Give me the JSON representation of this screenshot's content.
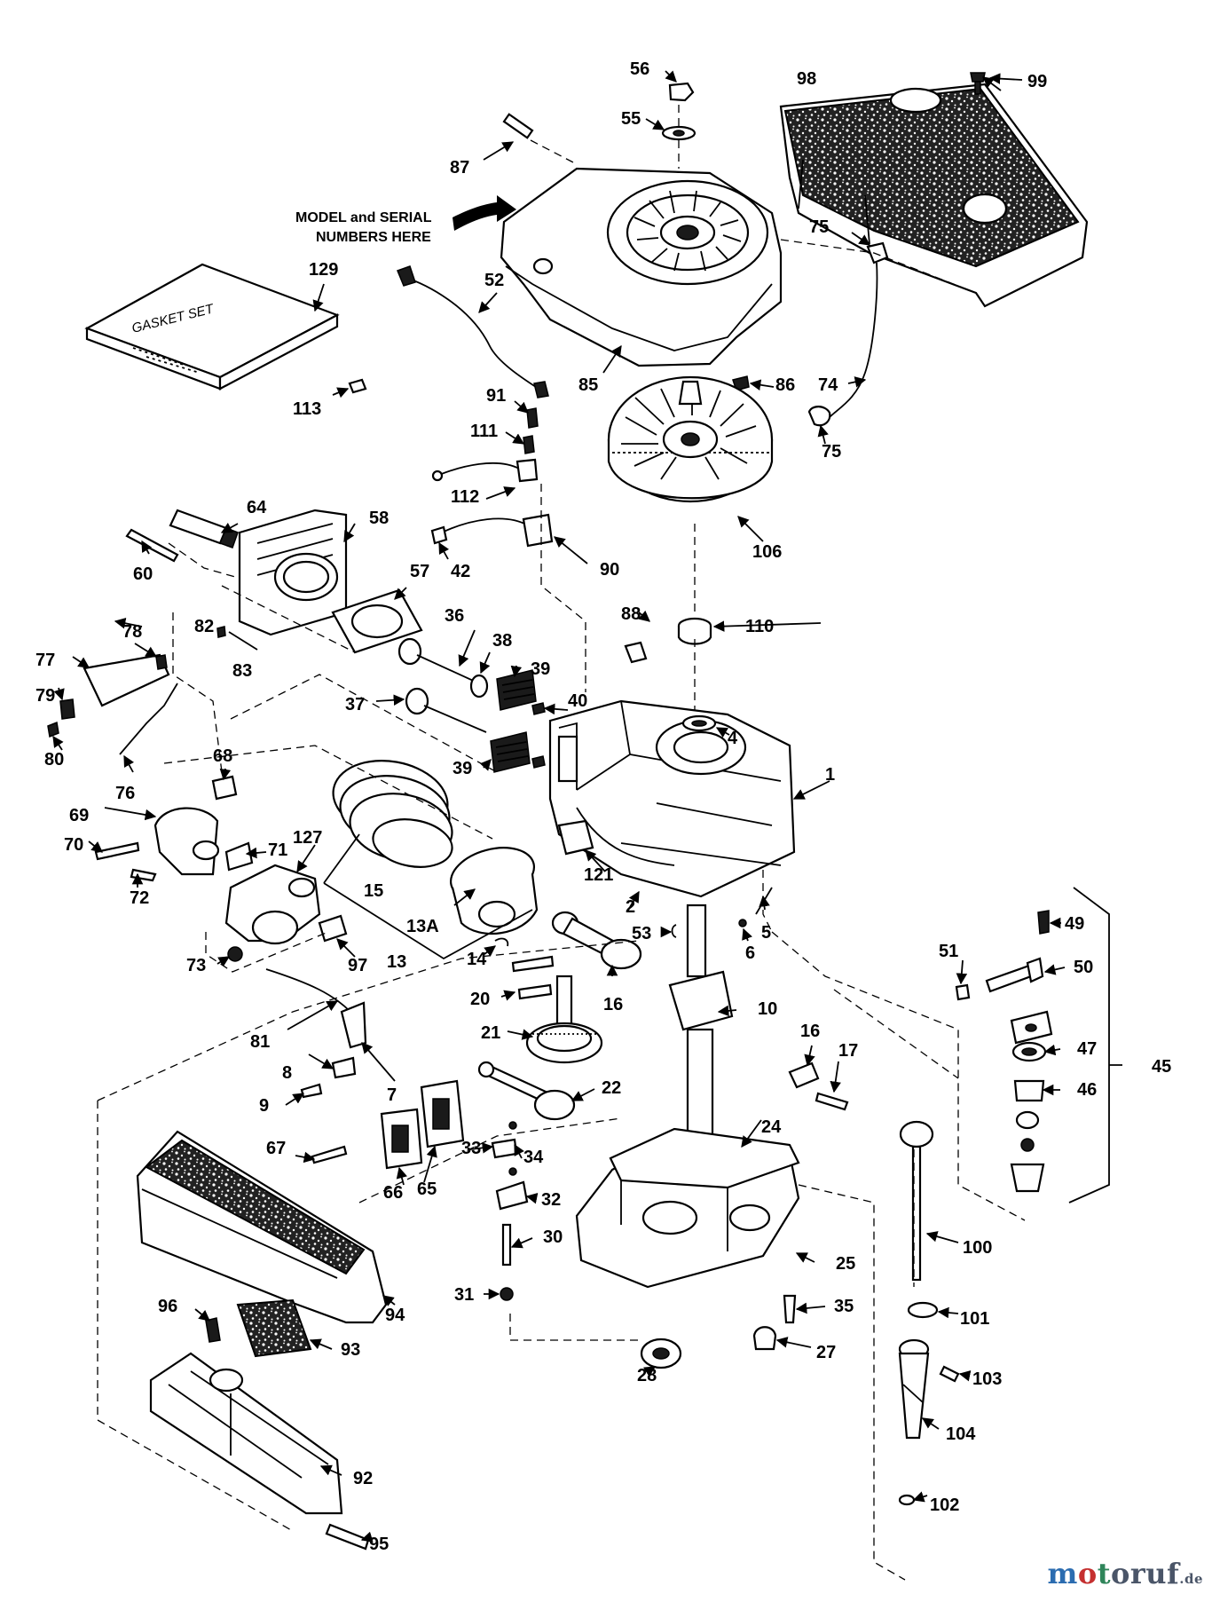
{
  "callouts": [
    {
      "id": "1",
      "label": "1"
    },
    {
      "id": "2",
      "label": "2"
    },
    {
      "id": "4",
      "label": "4"
    },
    {
      "id": "5",
      "label": "5"
    },
    {
      "id": "6",
      "label": "6"
    },
    {
      "id": "7",
      "label": "7"
    },
    {
      "id": "8",
      "label": "8"
    },
    {
      "id": "9",
      "label": "9"
    },
    {
      "id": "10",
      "label": "10"
    },
    {
      "id": "13",
      "label": "13"
    },
    {
      "id": "13A",
      "label": "13A"
    },
    {
      "id": "14",
      "label": "14"
    },
    {
      "id": "15",
      "label": "15"
    },
    {
      "id": "16a",
      "label": "16"
    },
    {
      "id": "16b",
      "label": "16"
    },
    {
      "id": "17",
      "label": "17"
    },
    {
      "id": "20",
      "label": "20"
    },
    {
      "id": "21",
      "label": "21"
    },
    {
      "id": "22",
      "label": "22"
    },
    {
      "id": "24",
      "label": "24"
    },
    {
      "id": "25",
      "label": "25"
    },
    {
      "id": "27",
      "label": "27"
    },
    {
      "id": "28",
      "label": "28"
    },
    {
      "id": "30",
      "label": "30"
    },
    {
      "id": "31",
      "label": "31"
    },
    {
      "id": "32",
      "label": "32"
    },
    {
      "id": "33",
      "label": "33"
    },
    {
      "id": "34",
      "label": "34"
    },
    {
      "id": "35",
      "label": "35"
    },
    {
      "id": "36",
      "label": "36"
    },
    {
      "id": "37",
      "label": "37"
    },
    {
      "id": "38",
      "label": "38"
    },
    {
      "id": "39a",
      "label": "39"
    },
    {
      "id": "39b",
      "label": "39"
    },
    {
      "id": "40",
      "label": "40"
    },
    {
      "id": "42",
      "label": "42"
    },
    {
      "id": "45",
      "label": "45"
    },
    {
      "id": "46",
      "label": "46"
    },
    {
      "id": "47",
      "label": "47"
    },
    {
      "id": "49",
      "label": "49"
    },
    {
      "id": "50",
      "label": "50"
    },
    {
      "id": "51",
      "label": "51"
    },
    {
      "id": "52",
      "label": "52"
    },
    {
      "id": "53",
      "label": "53"
    },
    {
      "id": "55",
      "label": "55"
    },
    {
      "id": "56",
      "label": "56"
    },
    {
      "id": "57",
      "label": "57"
    },
    {
      "id": "58",
      "label": "58"
    },
    {
      "id": "60",
      "label": "60"
    },
    {
      "id": "64",
      "label": "64"
    },
    {
      "id": "65",
      "label": "65"
    },
    {
      "id": "66",
      "label": "66"
    },
    {
      "id": "67",
      "label": "67"
    },
    {
      "id": "68",
      "label": "68"
    },
    {
      "id": "69",
      "label": "69"
    },
    {
      "id": "70",
      "label": "70"
    },
    {
      "id": "71",
      "label": "71"
    },
    {
      "id": "72",
      "label": "72"
    },
    {
      "id": "73",
      "label": "73"
    },
    {
      "id": "74",
      "label": "74"
    },
    {
      "id": "75a",
      "label": "75"
    },
    {
      "id": "75b",
      "label": "75"
    },
    {
      "id": "76",
      "label": "76"
    },
    {
      "id": "77",
      "label": "77"
    },
    {
      "id": "78",
      "label": "78"
    },
    {
      "id": "79",
      "label": "79"
    },
    {
      "id": "80",
      "label": "80"
    },
    {
      "id": "81",
      "label": "81"
    },
    {
      "id": "82",
      "label": "82"
    },
    {
      "id": "83",
      "label": "83"
    },
    {
      "id": "85",
      "label": "85"
    },
    {
      "id": "86",
      "label": "86"
    },
    {
      "id": "87",
      "label": "87"
    },
    {
      "id": "88",
      "label": "88"
    },
    {
      "id": "90",
      "label": "90"
    },
    {
      "id": "91",
      "label": "91"
    },
    {
      "id": "92",
      "label": "92"
    },
    {
      "id": "93",
      "label": "93"
    },
    {
      "id": "94",
      "label": "94"
    },
    {
      "id": "95",
      "label": "95"
    },
    {
      "id": "96",
      "label": "96"
    },
    {
      "id": "97",
      "label": "97"
    },
    {
      "id": "98",
      "label": "98"
    },
    {
      "id": "99",
      "label": "99"
    },
    {
      "id": "100",
      "label": "100"
    },
    {
      "id": "101",
      "label": "101"
    },
    {
      "id": "102",
      "label": "102"
    },
    {
      "id": "103",
      "label": "103"
    },
    {
      "id": "104",
      "label": "104"
    },
    {
      "id": "106",
      "label": "106"
    },
    {
      "id": "110",
      "label": "110"
    },
    {
      "id": "111",
      "label": "111"
    },
    {
      "id": "112",
      "label": "112"
    },
    {
      "id": "113",
      "label": "113"
    },
    {
      "id": "121",
      "label": "121"
    },
    {
      "id": "127",
      "label": "127"
    },
    {
      "id": "129",
      "label": "129"
    }
  ],
  "annotations": {
    "model_serial_line1": "MODEL and SERIAL",
    "model_serial_line2": "NUMBERS HERE",
    "gasket_set": "GASKET SET"
  },
  "watermark": {
    "brand": "motoruf",
    "suffix": ".de",
    "colors": {
      "m": "#2b6cb0",
      "o": "#c53030",
      "t": "#2f855a",
      "rest": "#4a5568"
    }
  }
}
